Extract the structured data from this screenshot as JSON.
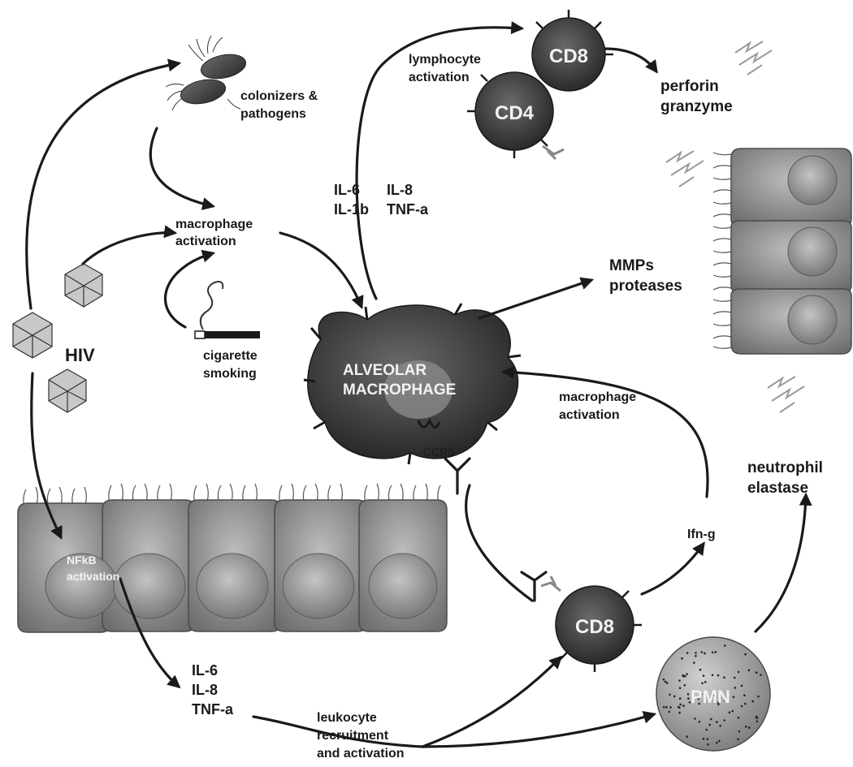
{
  "labels": {
    "colonizers": [
      "colonizers &",
      "pathogens"
    ],
    "macrophage_activation_top": [
      "macrophage",
      "activation"
    ],
    "hiv": "HIV",
    "cigarette": [
      "cigarette",
      "smoking"
    ],
    "lymphocyte_activation": [
      "lymphocyte",
      "activation"
    ],
    "cd8_top": "CD8",
    "cd4": "CD4",
    "perforin": [
      "perforin",
      "granzyme"
    ],
    "cytokines_mid": [
      "IL-6",
      "IL-1b",
      "IL-8",
      "TNF-a"
    ],
    "mmps": [
      "MMPs",
      "proteases"
    ],
    "alveolar_macrophage": [
      "ALVEOLAR",
      "MACROPHAGE"
    ],
    "ccr3": "CCR3",
    "macrophage_activation_right": [
      "macrophage",
      "activation"
    ],
    "neutrophil_elastase": [
      "neutrophil",
      "elastase"
    ],
    "nfkb": [
      "NFkB",
      "activation"
    ],
    "cytokines_bottom": [
      "IL-6",
      "IL-8",
      "TNF-a"
    ],
    "leukocyte": [
      "leukocyte",
      "recruitment",
      "and activation"
    ],
    "ifn_g": "Ifn-g",
    "cd8_bottom": "CD8",
    "pmn": "PMN"
  },
  "colors": {
    "ink": "#1a1a1a",
    "cell_gray": "#8c8c8c",
    "macrophage_dark": "#3a3a3a"
  }
}
